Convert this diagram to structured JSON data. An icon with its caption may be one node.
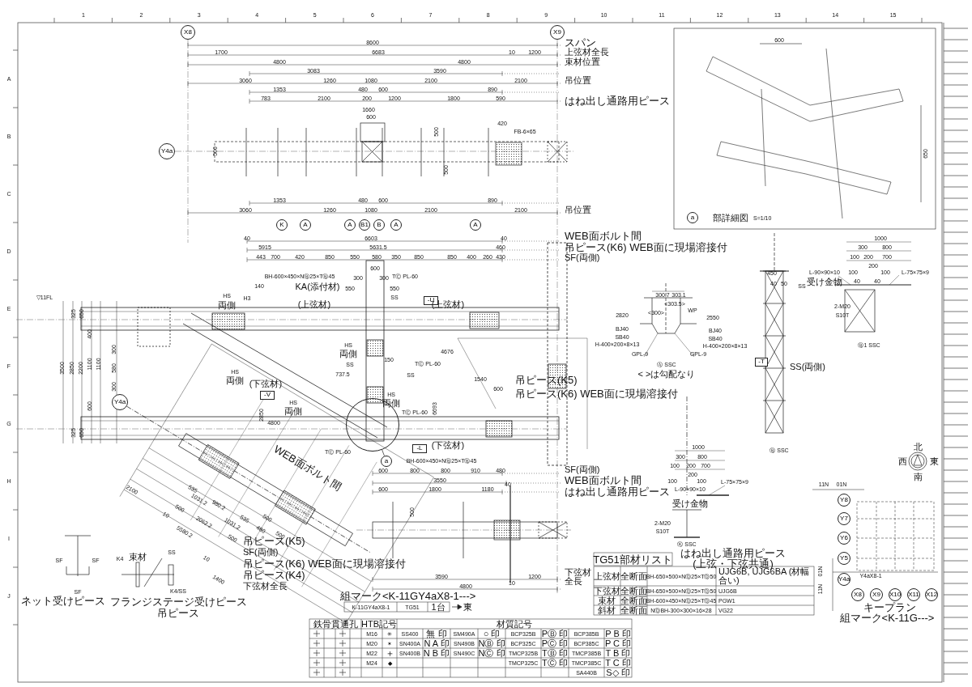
{
  "diagram": {
    "nodes": [
      {
        "text": [
          "X8"
        ]
      },
      {
        "text": [
          "X9"
        ]
      },
      {
        "text": [
          "Y4a"
        ]
      },
      {
        "text": [
          "Y4a"
        ]
      },
      {
        "text": [
          "K"
        ]
      },
      {
        "text": [
          "A"
        ]
      },
      {
        "text": [
          "A"
        ]
      },
      {
        "text": [
          "B1"
        ]
      },
      {
        "text": [
          "B"
        ]
      },
      {
        "text": [
          "A"
        ]
      },
      {
        "text": [
          "A"
        ]
      },
      {
        "text": [
          "-U"
        ]
      },
      {
        "text": [
          "-V"
        ]
      },
      {
        "text": [
          "-L"
        ]
      },
      {
        "text": [
          "-T"
        ]
      },
      {
        "text": [],
        "shape": "circle"
      },
      {
        "text": [
          "a"
        ]
      },
      {
        "text": [
          "a"
        ]
      },
      {
        "text": [
          "Y8"
        ]
      },
      {
        "text": [
          "Y7"
        ]
      },
      {
        "text": [
          "Y6"
        ]
      },
      {
        "text": [
          "Y5"
        ]
      },
      {
        "text": [
          "Y4a"
        ]
      },
      {
        "text": [
          "X8"
        ]
      },
      {
        "text": [
          "X9"
        ]
      },
      {
        "text": [
          "X10"
        ]
      },
      {
        "text": [
          "X11"
        ]
      },
      {
        "text": [
          "X12"
        ]
      }
    ],
    "edges": [
      {
        "from": 15,
        "to": 16,
        "arrow": "none"
      }
    ],
    "labels": [
      "1",
      "2",
      "3",
      "4",
      "5",
      "6",
      "7",
      "8",
      "9",
      "10",
      "11",
      "12",
      "13",
      "14",
      "15",
      "A",
      "B",
      "C",
      "D",
      "E",
      "F",
      "G",
      "H",
      "I",
      "J",
      "8600",
      "スパン",
      "1700",
      "6683",
      "10",
      "1200",
      "上弦材全長",
      "4800",
      "4800",
      "束材位置",
      "3083",
      "3590",
      "3060",
      "1260",
      "1080",
      "2100",
      "2100",
      "吊位置",
      "1353",
      "480",
      "600",
      "890",
      "783",
      "2100",
      "200",
      "1200",
      "1800",
      "590",
      "はね出し通路用ピース",
      "1660",
      "600",
      "FB-6×65",
      "420",
      "500",
      "500",
      "500",
      "1353",
      "480",
      "600",
      "890",
      "3060",
      "1260",
      "1080",
      "2100",
      "2100",
      "吊位置",
      "40",
      "6603",
      "40",
      "WEB面ボルト間",
      "5915",
      "5631.5",
      "460",
      "吊ピース(K6) WEB面に現場溶接付",
      "443",
      "700",
      "420",
      "850",
      "550",
      "580",
      "350",
      "850",
      "850",
      "400",
      "260",
      "430",
      "SF(両側)",
      "BH-600×450×NⒷ25×TⒷ45",
      "TⒸ PL-60",
      "600",
      "300",
      "300",
      "KA(添付材)",
      "550",
      "550",
      "140",
      "SS",
      "(上弦材)",
      "(上弦材)",
      "H3",
      "HS",
      "両側",
      "4676",
      "HS",
      "両側",
      "SS",
      "TⒸ PL-60",
      "150",
      "737.5",
      "SS",
      "1540",
      "吊ピース(K5)",
      "600",
      "吊ピース(K6) WEB面に現場溶接付",
      "HS",
      "両側",
      "TⒸ PL-60",
      "6693",
      "(下弦材)",
      "TⒸ PL-60",
      "BH-600×450×NⒷ25×TⒷ45",
      "(下弦材)",
      "HS",
      "両側",
      "HS",
      "両側",
      "2850",
      "4800",
      "▽11FL",
      "3500",
      "2850",
      "2200",
      "1100",
      "1100",
      "300",
      "580",
      "300",
      "400",
      "600",
      "325",
      "650",
      "325",
      "650",
      "2100",
      "10",
      "500",
      "535",
      "1031.2",
      "980.2",
      "2062.2",
      "5580.2",
      "1031.2",
      "535",
      "500",
      "500",
      "480",
      "500",
      "10",
      "1400",
      "吊ピース(K5)",
      "SF(両側)",
      "吊ピース(K6) WEB面に現場溶接付",
      "吊ピース(K4)",
      "下弦材全長",
      "WEB面ボルト間",
      "SF",
      "SF",
      "SF",
      "ネット受けピース",
      "K4",
      "束材",
      "SS",
      "K4/SS",
      "フランジステージ受けピース",
      "吊ピース",
      "組マーク<K-11GY4aX8-1--->",
      "K-11GY4aX8-1",
      "TG51",
      "1台",
      "東",
      "600",
      "800",
      "800",
      "910",
      "480",
      "SF(両側)",
      "3550",
      "40",
      "WEB面ボルト間",
      "600",
      "1800",
      "1180",
      "はね出し通路用ピース",
      "500",
      "3590",
      "1200",
      "下弦材全長",
      "10",
      "4800",
      "鉄骨貫通孔",
      "HTB記号",
      "材質記号",
      "M16",
      "✳",
      "SS400",
      "無 印",
      "SM490A",
      "○ 印",
      "BCP325B",
      "PⒷ 印",
      "BCP385B",
      "P B 印",
      "M20",
      "✶",
      "SN400A",
      "N A 印",
      "SN490B",
      "NⒷ 印",
      "BCP325C",
      "PⒸ 印",
      "BCP385C",
      "P C 印",
      "M22",
      "＋",
      "SN400B",
      "N B 印",
      "SN490C",
      "NⒸ 印",
      "TMCP325B",
      "TⒷ 印",
      "TMCP385B",
      "T B 印",
      "M24",
      "◆",
      "TMCP325C",
      "TⒸ 印",
      "TMCP385C",
      "T C 印",
      "SA440B",
      "S◇ 印",
      "TG51部材リスト",
      "上弦材",
      "全断面",
      "BH-650×500×NⒹ25×TⒹ50",
      "UJG6B, UJG6BA (材幅合い)",
      "下弦材",
      "全断面",
      "BH-650×500×NⒹ25×TⒹ50",
      "UJG6B",
      "束材",
      "全断面",
      "BH-600×450×NⒹ25×TⒹ45",
      "PGW1",
      "斜材",
      "全断面",
      "NⒹBH-300×300×16×28",
      "VG22",
      "300.7",
      "303.1",
      "<303.5>",
      "<300>",
      "WP",
      "2820",
      "2550",
      "BJ40",
      "SB40",
      "H-400×200×8×13",
      "BJ40",
      "SB40",
      "H-400×200×8×13",
      "GPL-9",
      "GPL-9",
      "Ⓐ SSC",
      "< >は勾配なり",
      "450",
      "40",
      "50",
      "SS",
      "SS(両側)",
      "Ⓑ SSC",
      "1000",
      "300",
      "800",
      "100",
      "200",
      "700",
      "200",
      "100",
      "100",
      "40",
      "40",
      "L-90×90×10",
      "受け金物",
      "L-75×75×9",
      "2-M20",
      "S10T",
      "Ⓑ1 SSC",
      "1000",
      "300",
      "800",
      "100",
      "200",
      "700",
      "200",
      "100",
      "100",
      "L-90×90×10",
      "受け金物",
      "L-75×75×9",
      "2-M20",
      "S10T",
      "Ⓚ SSC",
      "はね出し通路用ピース (上弦・下弦共通)",
      "11N",
      "01N",
      "01N",
      "11N",
      "Y4aX8-1",
      "キープラン",
      "組マーク<K-11G--->",
      "北",
      "西",
      "東",
      "南",
      "600",
      "650",
      "部詳細図",
      "S=1/10"
    ]
  }
}
